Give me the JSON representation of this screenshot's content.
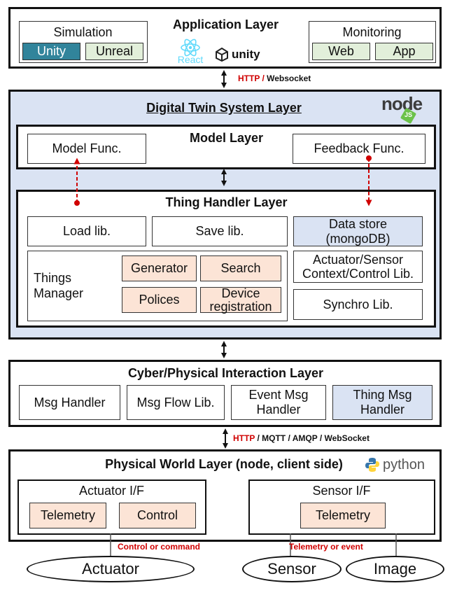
{
  "application": {
    "title": "Application Layer",
    "simulation": {
      "label": "Simulation",
      "items": [
        "Unity",
        "Unreal"
      ]
    },
    "monitoring": {
      "label": "Monitoring",
      "items": [
        "Web",
        "App"
      ]
    },
    "react_logo": "React",
    "unity_logo": "unity",
    "link_label": {
      "a": "HTTP",
      "sep": " / ",
      "b": "Websocket"
    }
  },
  "dt": {
    "title": "Digital Twin System Layer",
    "node_logo": "node",
    "node_sub": "JS",
    "model": {
      "title": "Model Layer",
      "model_func": "Model Func.",
      "feedback_func": "Feedback Func."
    },
    "thing": {
      "title": "Thing Handler Layer",
      "load": "Load lib.",
      "save": "Save lib.",
      "datastore": [
        "Data store",
        "(mongoDB)"
      ],
      "things_manager": [
        "Things",
        "Manager"
      ],
      "generator": "Generator",
      "search": "Search",
      "polices": "Polices",
      "device_registration": [
        "Device",
        "registration"
      ],
      "actuator_sensor": [
        "Actuator/Sensor",
        "Context/Control Lib."
      ],
      "synchro": "Synchro Lib."
    }
  },
  "cyber": {
    "title": "Cyber/Physical Interaction Layer",
    "items": [
      "Msg Handler",
      "Msg Flow Lib."
    ],
    "event_msg": [
      "Event Msg",
      "Handler"
    ],
    "thing_msg": [
      "Thing Msg",
      "Handler"
    ],
    "link_label": {
      "a": "HTTP",
      "sep1": " / ",
      "b": "MQTT",
      "sep2": " / ",
      "c": "AMQP",
      "sep3": " / ",
      "d": "WebSocket"
    }
  },
  "physical": {
    "title": "Physical World Layer (node, client side)",
    "python_logo": "python",
    "actuator_if": {
      "title": "Actuator I/F",
      "items": [
        "Telemetry",
        "Control"
      ]
    },
    "sensor_if": {
      "title": "Sensor I/F",
      "items": [
        "Telemetry"
      ]
    },
    "control_label": "Control or command",
    "telemetry_label": "Telemetry or event"
  },
  "devices": [
    "Actuator",
    "Sensor",
    "Image"
  ],
  "colors": {
    "peach": "#fce4d6",
    "blue": "#dae3f3",
    "teal": "#31849b",
    "green": "#e2efda",
    "red": "#d00000"
  }
}
